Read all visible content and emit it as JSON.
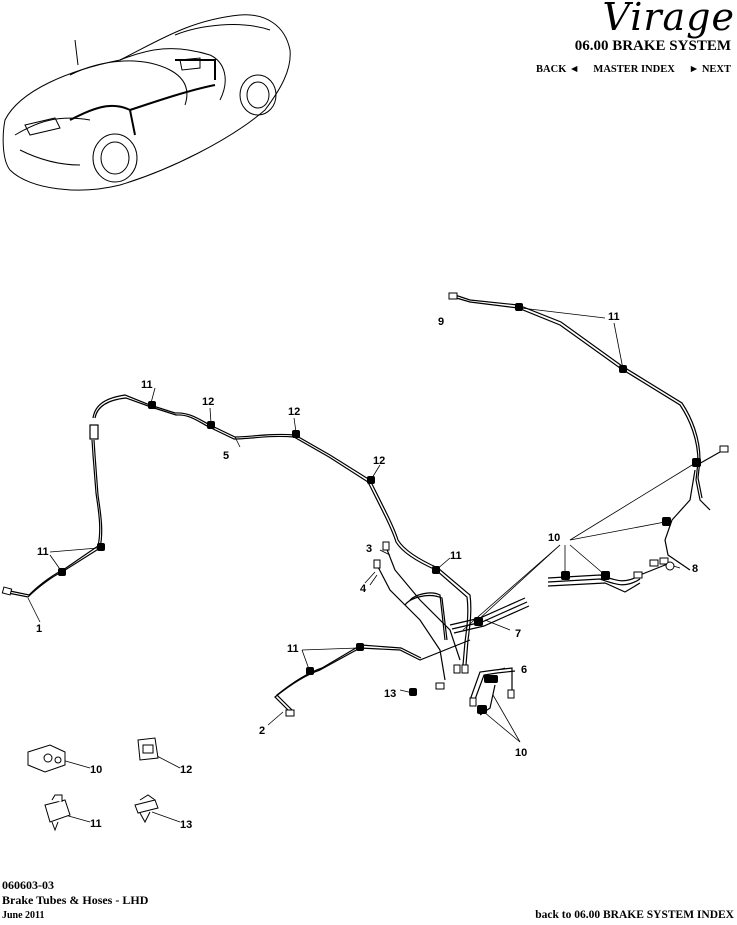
{
  "header": {
    "logo_text": "Virage",
    "section_title": "06.00 BRAKE SYSTEM",
    "nav": {
      "back": "BACK ◄",
      "master_index": "MASTER INDEX",
      "next": "► NEXT"
    }
  },
  "callouts": [
    "1",
    "2",
    "3",
    "4",
    "5",
    "6",
    "7",
    "8",
    "9",
    "10",
    "11",
    "12",
    "13"
  ],
  "footer": {
    "code": "060603-03",
    "description": "Brake Tubes & Hoses - LHD",
    "date": "June 2011",
    "back_link": "back to 06.00 BRAKE SYSTEM INDEX"
  }
}
